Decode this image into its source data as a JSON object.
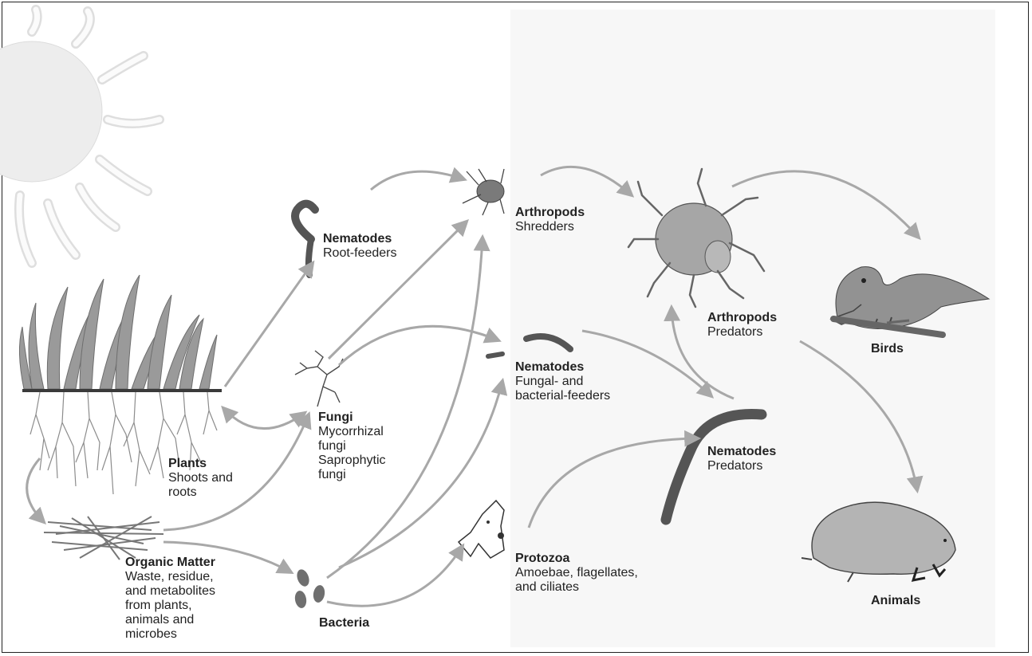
{
  "colors": {
    "arrow": "#a8a8a8",
    "organism_dark": "#555555",
    "organism_mid": "#8a8a8a",
    "sun": "#ededed",
    "sun_stroke": "#d2d2d2",
    "text": "#222222",
    "panel": "#f7f7f7"
  },
  "labels": {
    "plants": {
      "title": "Plants",
      "desc": [
        "Shoots and",
        "roots"
      ]
    },
    "organic_matter": {
      "title": "Organic Matter",
      "desc": [
        "Waste, residue,",
        "and metabolites",
        "from plants,",
        "animals and",
        "microbes"
      ]
    },
    "bacteria": {
      "title": "Bacteria"
    },
    "fungi": {
      "title": "Fungi",
      "desc": [
        "Mycorrhizal",
        "fungi",
        "Saprophytic",
        "fungi"
      ]
    },
    "nematodes_root": {
      "title": "Nematodes",
      "desc": [
        "Root-feeders"
      ]
    },
    "arthropods_shredders": {
      "title": "Arthropods",
      "desc": [
        "Shredders"
      ]
    },
    "nematodes_fungal": {
      "title": "Nematodes",
      "desc": [
        "Fungal- and",
        "bacterial-feeders"
      ]
    },
    "protozoa": {
      "title": "Protozoa",
      "desc": [
        "Amoebae, flagellates,",
        "and ciliates"
      ]
    },
    "arthropods_predators": {
      "title": "Arthropods",
      "desc": [
        "Predators"
      ]
    },
    "nematodes_predators": {
      "title": "Nematodes",
      "desc": [
        "Predators"
      ]
    },
    "birds": {
      "title": "Birds"
    },
    "animals": {
      "title": "Animals"
    }
  },
  "icons": [
    "sun-icon",
    "grass-plant-icon",
    "organic-matter-icon",
    "bacteria-icon",
    "fungi-icon",
    "root-nematode-icon",
    "shredder-mite-icon",
    "fungal-nematode-icon",
    "protozoa-icon",
    "predator-mite-icon",
    "predator-nematode-icon",
    "bird-icon",
    "mole-icon"
  ]
}
